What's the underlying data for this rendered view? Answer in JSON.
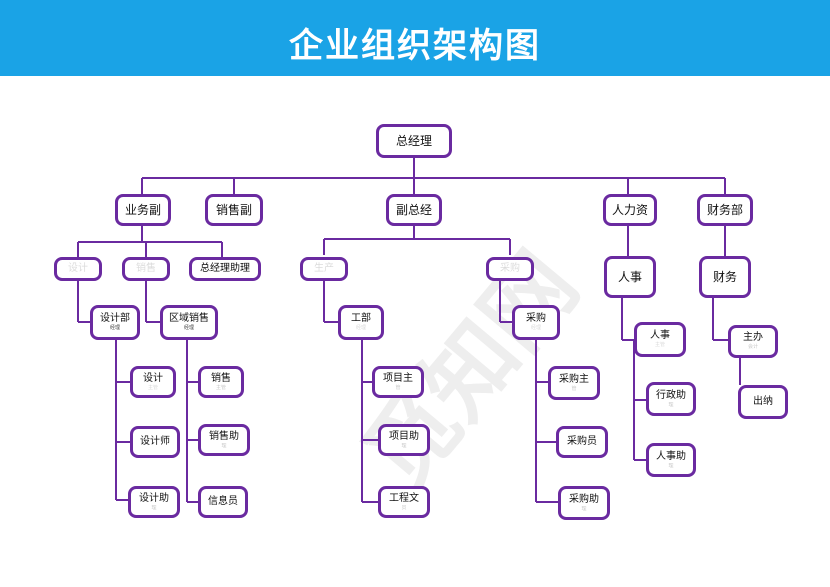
{
  "header": {
    "title": "企业组织架构图"
  },
  "colors": {
    "banner": "#1aa3e6",
    "border": "#6a2aa0",
    "line": "#6a2aa0"
  },
  "watermark": "觅知网",
  "nodes": {
    "root": {
      "l1": "总经理"
    },
    "biz_vp": {
      "l1": "业务副"
    },
    "sales_vp": {
      "l1": "销售副"
    },
    "deputy_gm": {
      "l1": "副总经"
    },
    "hr": {
      "l1": "人力资"
    },
    "finance_dept": {
      "l1": "财务部"
    },
    "sub1": {
      "l1": "设计"
    },
    "sub2": {
      "l1": "销售"
    },
    "gm_asst": {
      "l1": "总经理助理"
    },
    "sub4": {
      "l1": "生产"
    },
    "sub5": {
      "l1": "采购"
    },
    "hr_mgr": {
      "l1": "人事"
    },
    "fin_mgr": {
      "l1": "财务"
    },
    "design_dept": {
      "l1": "设计部",
      "l2": "经理"
    },
    "region_sales": {
      "l1": "区域销售",
      "l2": "经理"
    },
    "works_dept": {
      "l1": "工部",
      "l2": "经理"
    },
    "purchase_dept": {
      "l1": "采购",
      "l2": "经理"
    },
    "designer1": {
      "l1": "设计",
      "l2": "主管"
    },
    "designer2": {
      "l1": "设计师"
    },
    "designer3": {
      "l1": "设计助",
      "l2": "理"
    },
    "sales1": {
      "l1": "销售",
      "l2": "主管"
    },
    "sales2": {
      "l1": "销售助",
      "l2": "理"
    },
    "info": {
      "l1": "信息员"
    },
    "proj1": {
      "l1": "项目主",
      "l2": "管"
    },
    "proj2": {
      "l1": "项目助",
      "l2": "理"
    },
    "engdoc": {
      "l1": "工程文",
      "l2": "员"
    },
    "pur1": {
      "l1": "采购主",
      "l2": "管"
    },
    "pur2": {
      "l1": "采购员"
    },
    "pur3": {
      "l1": "采购助",
      "l2": "理"
    },
    "hr1": {
      "l1": "人事",
      "l2": "主管"
    },
    "hr2": {
      "l1": "行政助",
      "l2": "理"
    },
    "hr3": {
      "l1": "人事助",
      "l2": "理"
    },
    "fin1": {
      "l1": "主办",
      "l2": "会计"
    },
    "fin2": {
      "l1": "出纳"
    }
  }
}
